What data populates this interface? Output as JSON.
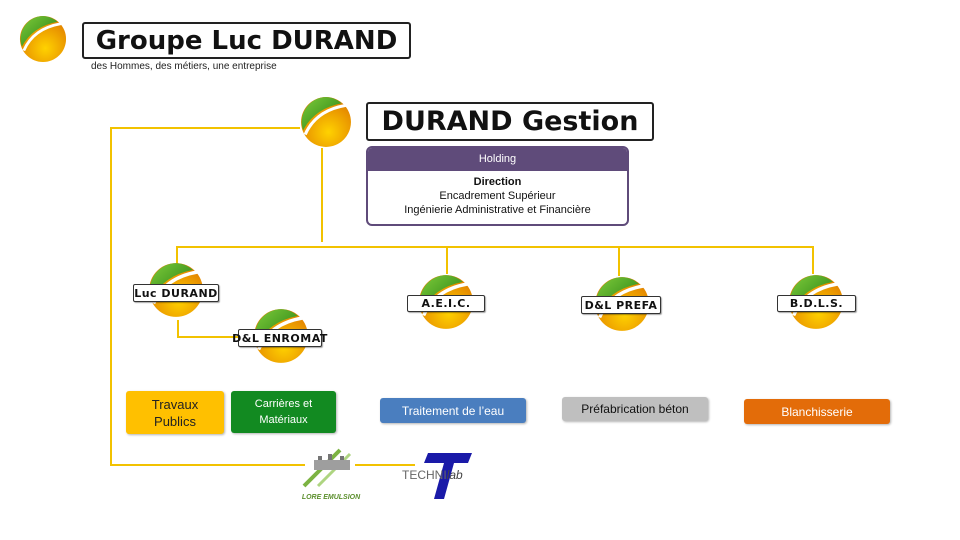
{
  "header": {
    "brand": "Groupe Luc DURAND",
    "tagline": "des Hommes, des métiers, une entreprise"
  },
  "holding": {
    "name": "DURAND Gestion",
    "header": "Holding",
    "lines": [
      "Direction",
      "Encadrement Supérieur",
      "Ingénierie Administrative  et Financière"
    ]
  },
  "companies": {
    "luc_durand": "Luc DURAND",
    "dl_enromat": "D&L ENROMAT",
    "aeic": "A.E.I.C.",
    "dl_prefa": "D&L PREFA",
    "bdls": "B.D.L.S."
  },
  "activities": {
    "travaux": "Travaux Publics",
    "carrieres": "Carrières et Matériaux",
    "eau": "Traitement de l’eau",
    "prefab": "Préfabrication béton",
    "blanch": "Blanchisserie"
  },
  "partners": {
    "lore": "LORE EMULSION",
    "techni_prefix": "TECHNI",
    "techni_suffix": "lab"
  },
  "colors": {
    "connector": "#f2c200",
    "holding_purple": "#5f4b7a",
    "travaux": "#ffc000",
    "carrieres": "#128a21",
    "eau": "#4a7ebf",
    "prefab": "#bfbfbf",
    "blanch": "#e36c09"
  }
}
